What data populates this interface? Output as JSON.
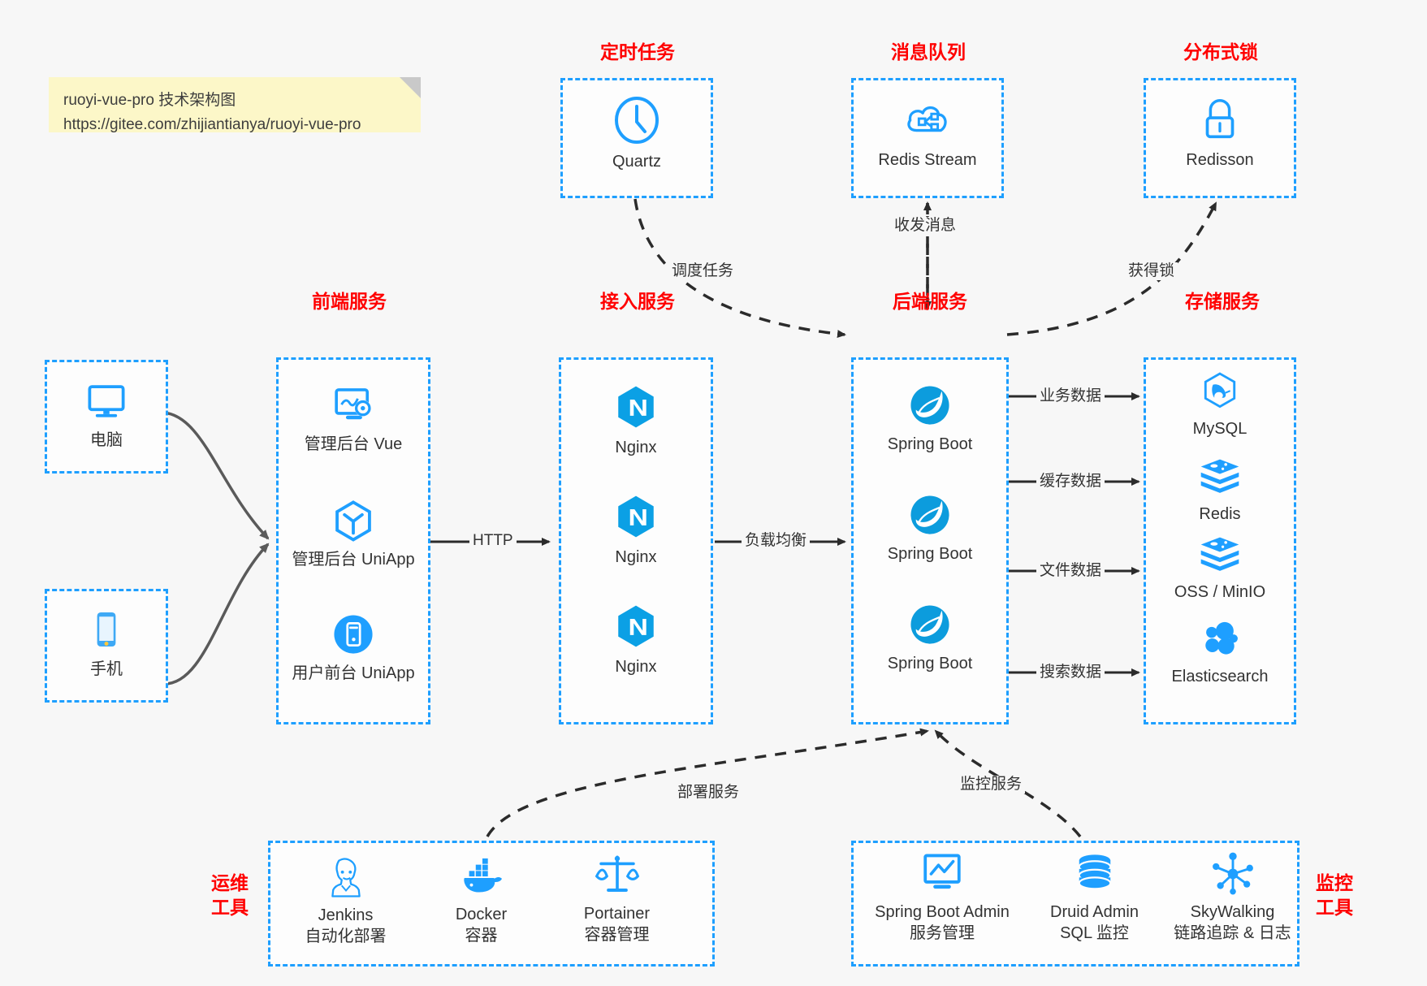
{
  "note": {
    "line1": "ruoyi-vue-pro 技术架构图",
    "line2": "https://gitee.com/zhijiantianya/ruoyi-vue-pro"
  },
  "colors": {
    "accent_blue": "#1e9fff",
    "title_red": "#ff0000",
    "arrow_gray": "#555555",
    "note_yellow": "#fcf7c8",
    "background": "#f7f7f7"
  },
  "groups": {
    "scheduled_task": {
      "title": "定时任务"
    },
    "message_queue": {
      "title": "消息队列"
    },
    "distributed_lock": {
      "title": "分布式锁"
    },
    "frontend": {
      "title": "前端服务"
    },
    "gateway": {
      "title": "接入服务"
    },
    "backend": {
      "title": "后端服务"
    },
    "storage": {
      "title": "存储服务"
    },
    "devops": {
      "title_line1": "运维",
      "title_line2": "工具"
    },
    "monitor": {
      "title_line1": "监控",
      "title_line2": "工具"
    }
  },
  "nodes": {
    "quartz": {
      "label": "Quartz",
      "icon": "clock-icon"
    },
    "redis_stream": {
      "label": "Redis Stream",
      "icon": "cloud-stream-icon"
    },
    "redisson": {
      "label": "Redisson",
      "icon": "lock-icon"
    },
    "pc": {
      "label": "电脑",
      "icon": "desktop-icon"
    },
    "mobile": {
      "label": "手机",
      "icon": "phone-icon"
    },
    "admin_vue": {
      "label": "管理后台 Vue",
      "icon": "dashboard-gear-icon"
    },
    "admin_uniapp": {
      "label": "管理后台 UniApp",
      "icon": "cube-icon"
    },
    "user_uniapp": {
      "label": "用户前台 UniApp",
      "icon": "mobile-circle-icon"
    },
    "nginx1": {
      "label": "Nginx",
      "icon": "nginx-icon"
    },
    "nginx2": {
      "label": "Nginx",
      "icon": "nginx-icon"
    },
    "nginx3": {
      "label": "Nginx",
      "icon": "nginx-icon"
    },
    "springboot1": {
      "label": "Spring Boot",
      "icon": "spring-leaf-icon"
    },
    "springboot2": {
      "label": "Spring Boot",
      "icon": "spring-leaf-icon"
    },
    "springboot3": {
      "label": "Spring Boot",
      "icon": "spring-leaf-icon"
    },
    "mysql": {
      "label": "MySQL",
      "icon": "mysql-dolphin-icon"
    },
    "redis": {
      "label": "Redis",
      "icon": "redis-stack-icon"
    },
    "oss_minio": {
      "label": "OSS / MinIO",
      "icon": "redis-stack-icon"
    },
    "elasticsearch": {
      "label": "Elasticsearch",
      "icon": "elasticsearch-icon"
    },
    "jenkins": {
      "label": "Jenkins",
      "sub": "自动化部署",
      "icon": "jenkins-butler-icon"
    },
    "docker": {
      "label": "Docker",
      "sub": "容器",
      "icon": "docker-whale-icon"
    },
    "portainer": {
      "label": "Portainer",
      "sub": "容器管理",
      "icon": "scales-icon"
    },
    "sba": {
      "label": "Spring Boot Admin",
      "sub": "服务管理",
      "icon": "monitor-chart-icon"
    },
    "druid": {
      "label": "Druid Admin",
      "sub": "SQL 监控",
      "icon": "database-icon"
    },
    "skywalking": {
      "label": "SkyWalking",
      "sub": "链路追踪 & 日志",
      "icon": "skywalking-node-icon"
    }
  },
  "edges": [
    {
      "id": "http",
      "label": "HTTP",
      "from": "frontend",
      "to": "gateway",
      "style": "solid"
    },
    {
      "id": "loadbalance",
      "label": "负载均衡",
      "from": "gateway",
      "to": "backend",
      "style": "solid"
    },
    {
      "id": "biz-data",
      "label": "业务数据",
      "from": "backend",
      "to": "mysql",
      "style": "solid"
    },
    {
      "id": "cache-data",
      "label": "缓存数据",
      "from": "backend",
      "to": "redis",
      "style": "solid"
    },
    {
      "id": "file-data",
      "label": "文件数据",
      "from": "backend",
      "to": "oss_minio",
      "style": "solid"
    },
    {
      "id": "search-data",
      "label": "搜索数据",
      "from": "backend",
      "to": "elasticsearch",
      "style": "solid"
    },
    {
      "id": "schedule-task",
      "label": "调度任务",
      "from": "quartz",
      "to": "backend",
      "style": "dashed"
    },
    {
      "id": "send-receive",
      "label": "收发消息",
      "from": "backend",
      "to": "redis_stream",
      "style": "dashed-bidirectional"
    },
    {
      "id": "acquire-lock",
      "label": "获得锁",
      "from": "backend",
      "to": "redisson",
      "style": "dashed"
    },
    {
      "id": "deploy",
      "label": "部署服务",
      "from": "devops",
      "to": "backend",
      "style": "dashed"
    },
    {
      "id": "monitor",
      "label": "监控服务",
      "from": "monitor",
      "to": "backend",
      "style": "dashed"
    }
  ]
}
